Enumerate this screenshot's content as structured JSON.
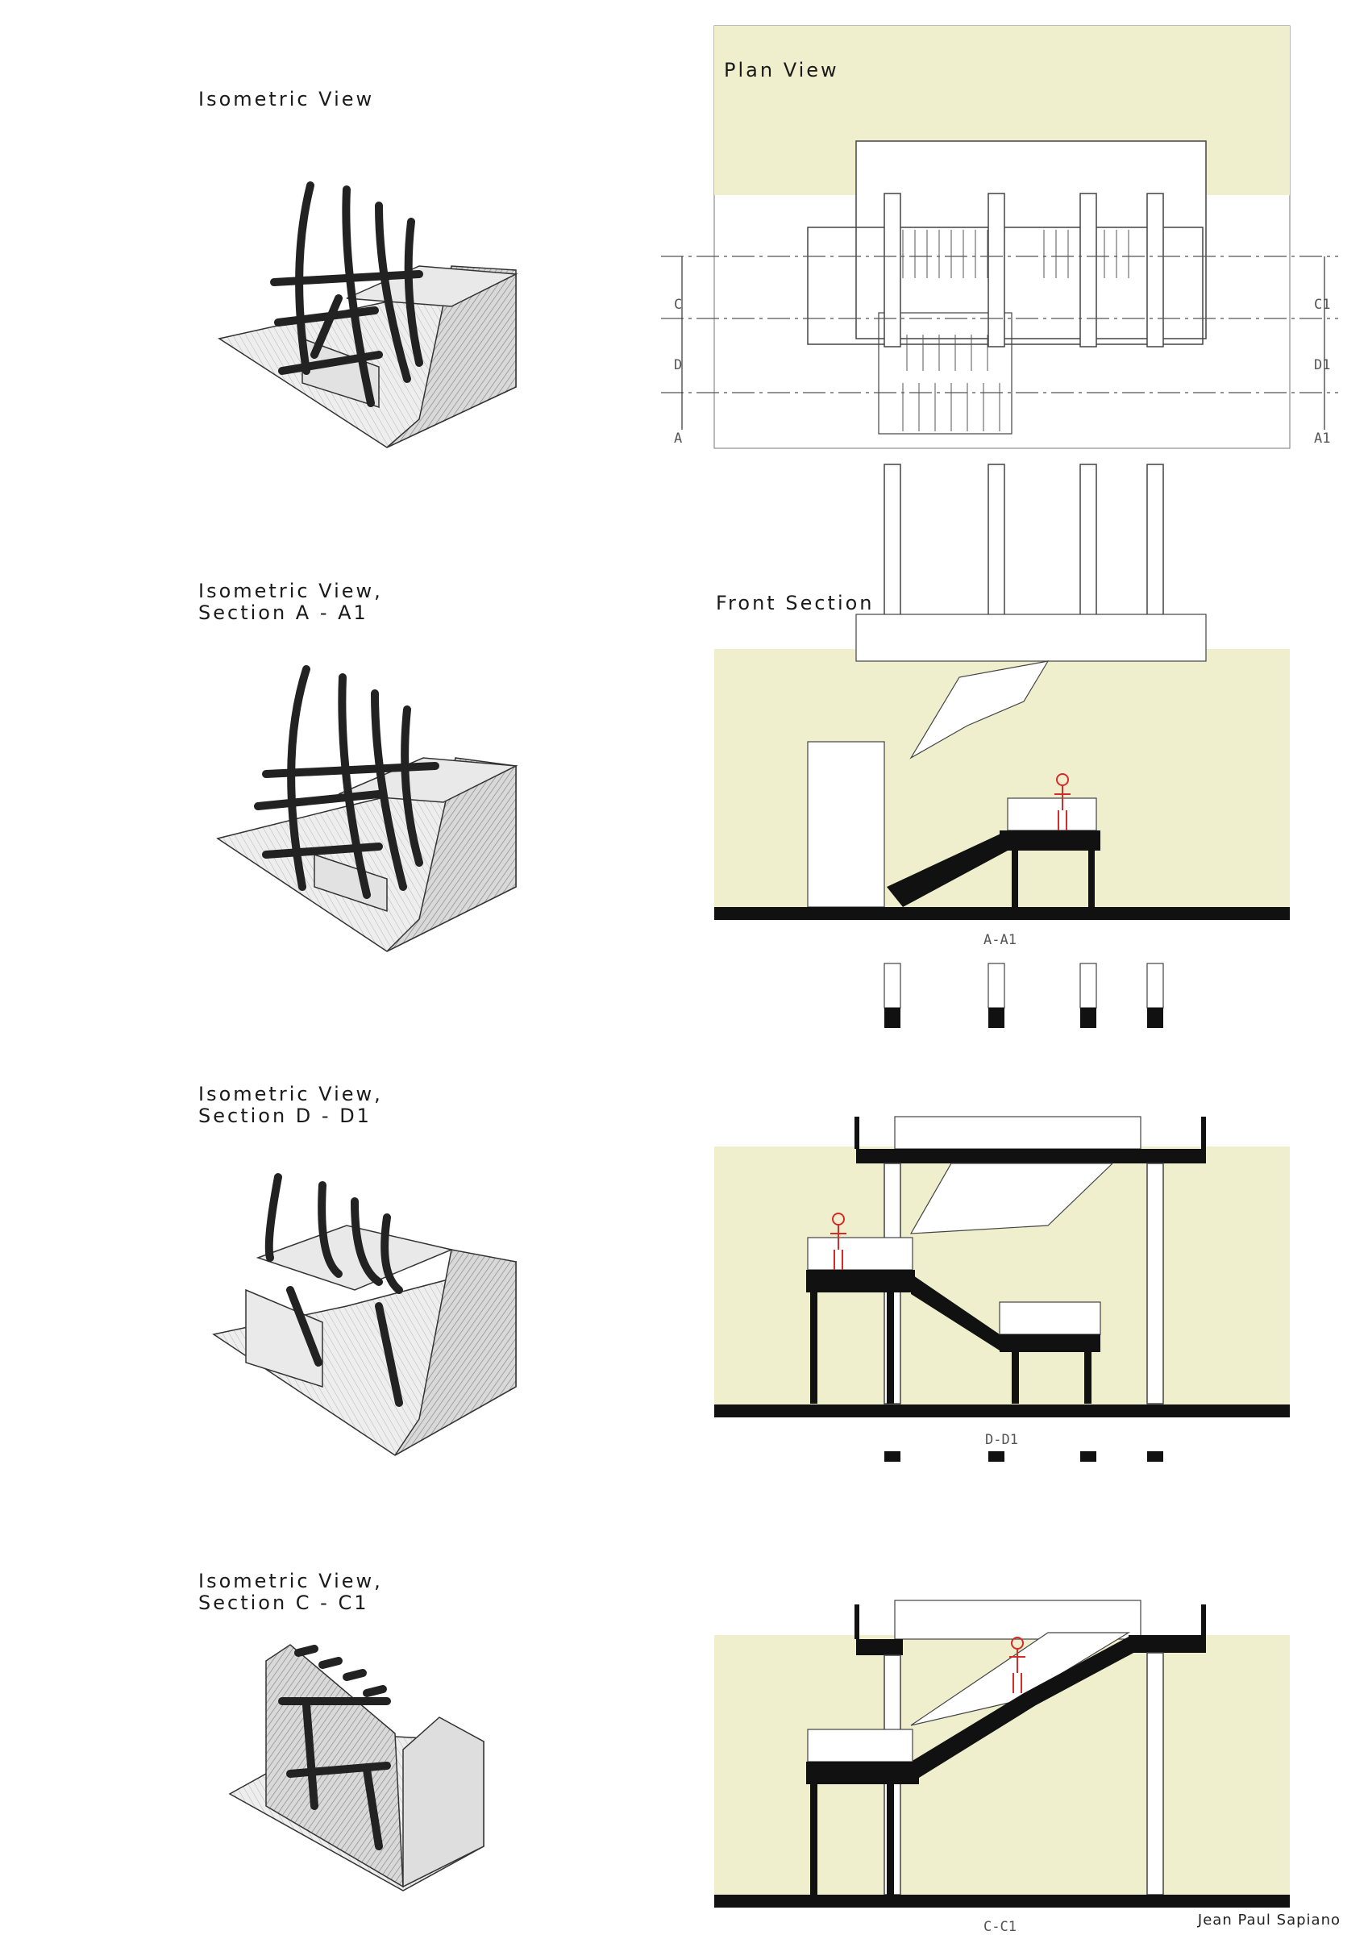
{
  "labels": {
    "iso_1": "Isometric View",
    "iso_2": "Isometric View,\nSection A - A1",
    "iso_3": "Isometric View,\nSection D - D1",
    "iso_4": "Isometric View,\nSection C - C1",
    "plan": "Plan View",
    "front": "Front Section"
  },
  "section_marks": {
    "left": [
      "C",
      "D",
      "A"
    ],
    "right": [
      "C1",
      "D1",
      "A1"
    ]
  },
  "section_captions": {
    "a": "A-A1",
    "d": "D-D1",
    "c": "C-C1"
  },
  "author": "Jean Paul Sapiano",
  "colors": {
    "fill": "#efefcd",
    "ink": "#111111",
    "figure": "#d42b2b"
  }
}
